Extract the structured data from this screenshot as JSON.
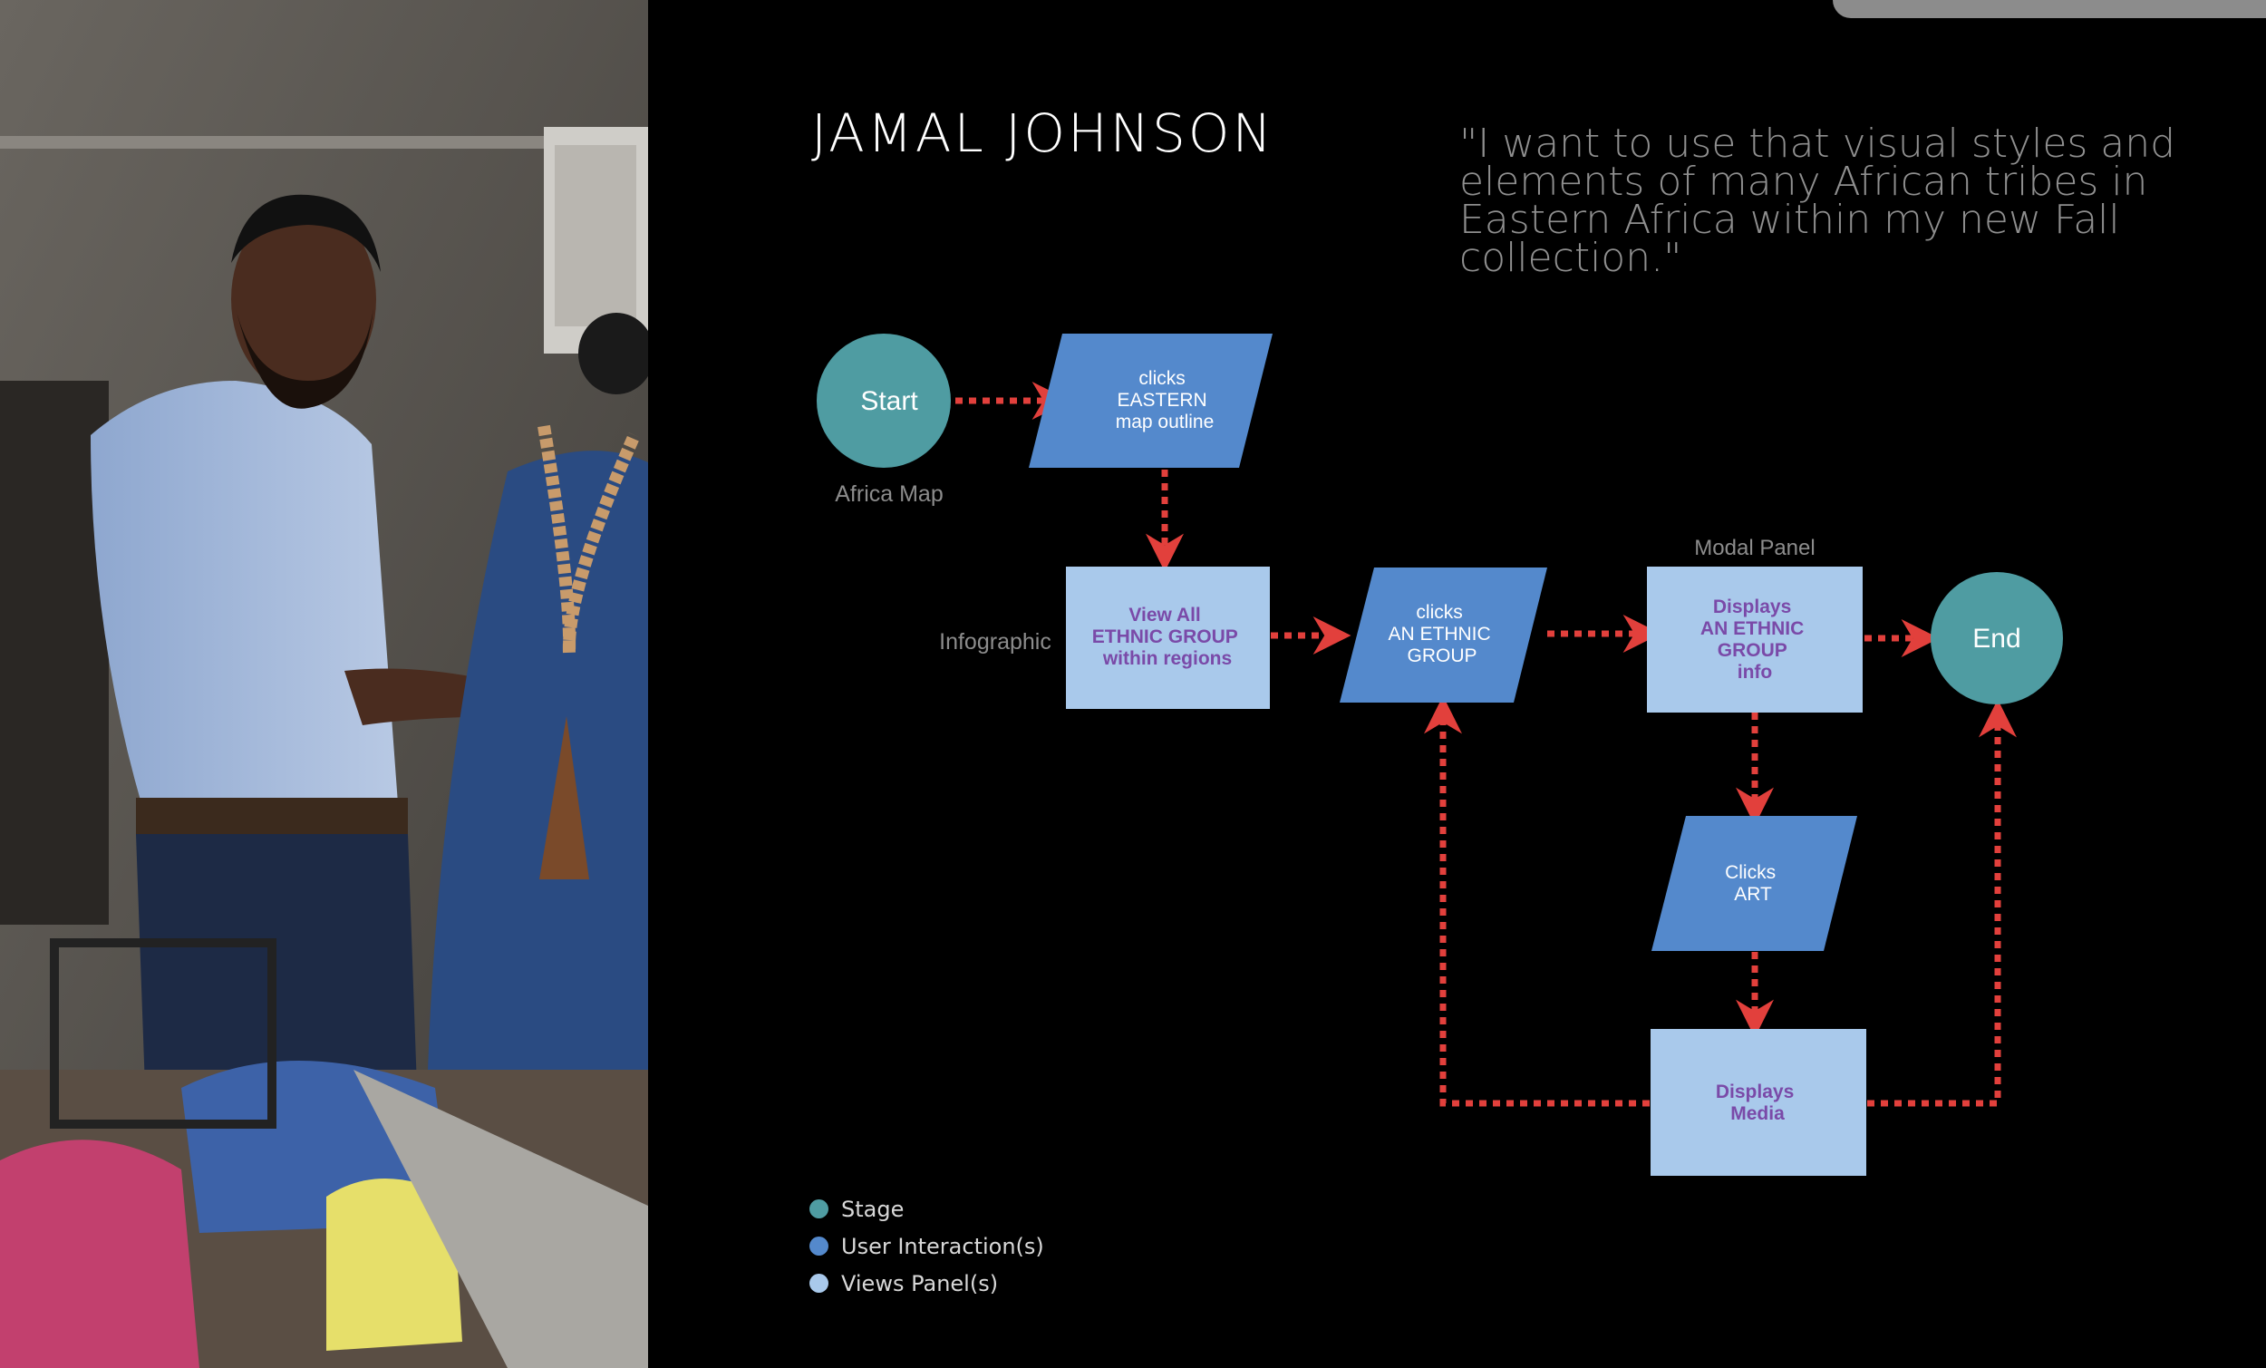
{
  "persona": {
    "name": "JAMAL JOHNSON",
    "quote": "\"I want to use that visual styles and elements of many African tribes in Eastern Africa within my new Fall collection.\""
  },
  "colors": {
    "stage": "#4f9ca2",
    "interaction": "#5489cc",
    "panel": "#a9c9eb",
    "arrow": "#e2403c",
    "panel_text": "#7a4aa8"
  },
  "flow": {
    "start": "Start",
    "end": "End",
    "labels": {
      "africa_map": "Africa Map",
      "infographic": "Infographic",
      "modal_panel": "Modal Panel"
    },
    "nodes": {
      "click_eastern": [
        "clicks",
        "EASTERN",
        "map outline"
      ],
      "view_all": [
        "View All",
        "ETHNIC GROUP",
        "within regions"
      ],
      "click_group": [
        "clicks",
        "AN ETHNIC",
        "GROUP"
      ],
      "displays_group": [
        "Displays",
        "AN ETHNIC",
        "GROUP",
        "info"
      ],
      "clicks_art": [
        "Clicks",
        "ART"
      ],
      "displays_media": [
        "Displays",
        "Media"
      ]
    }
  },
  "legend": [
    {
      "label": "Stage",
      "color": "#4f9ca2"
    },
    {
      "label": "User Interaction(s)",
      "color": "#5489cc"
    },
    {
      "label": "Views Panel(s)",
      "color": "#a9c9eb"
    }
  ]
}
